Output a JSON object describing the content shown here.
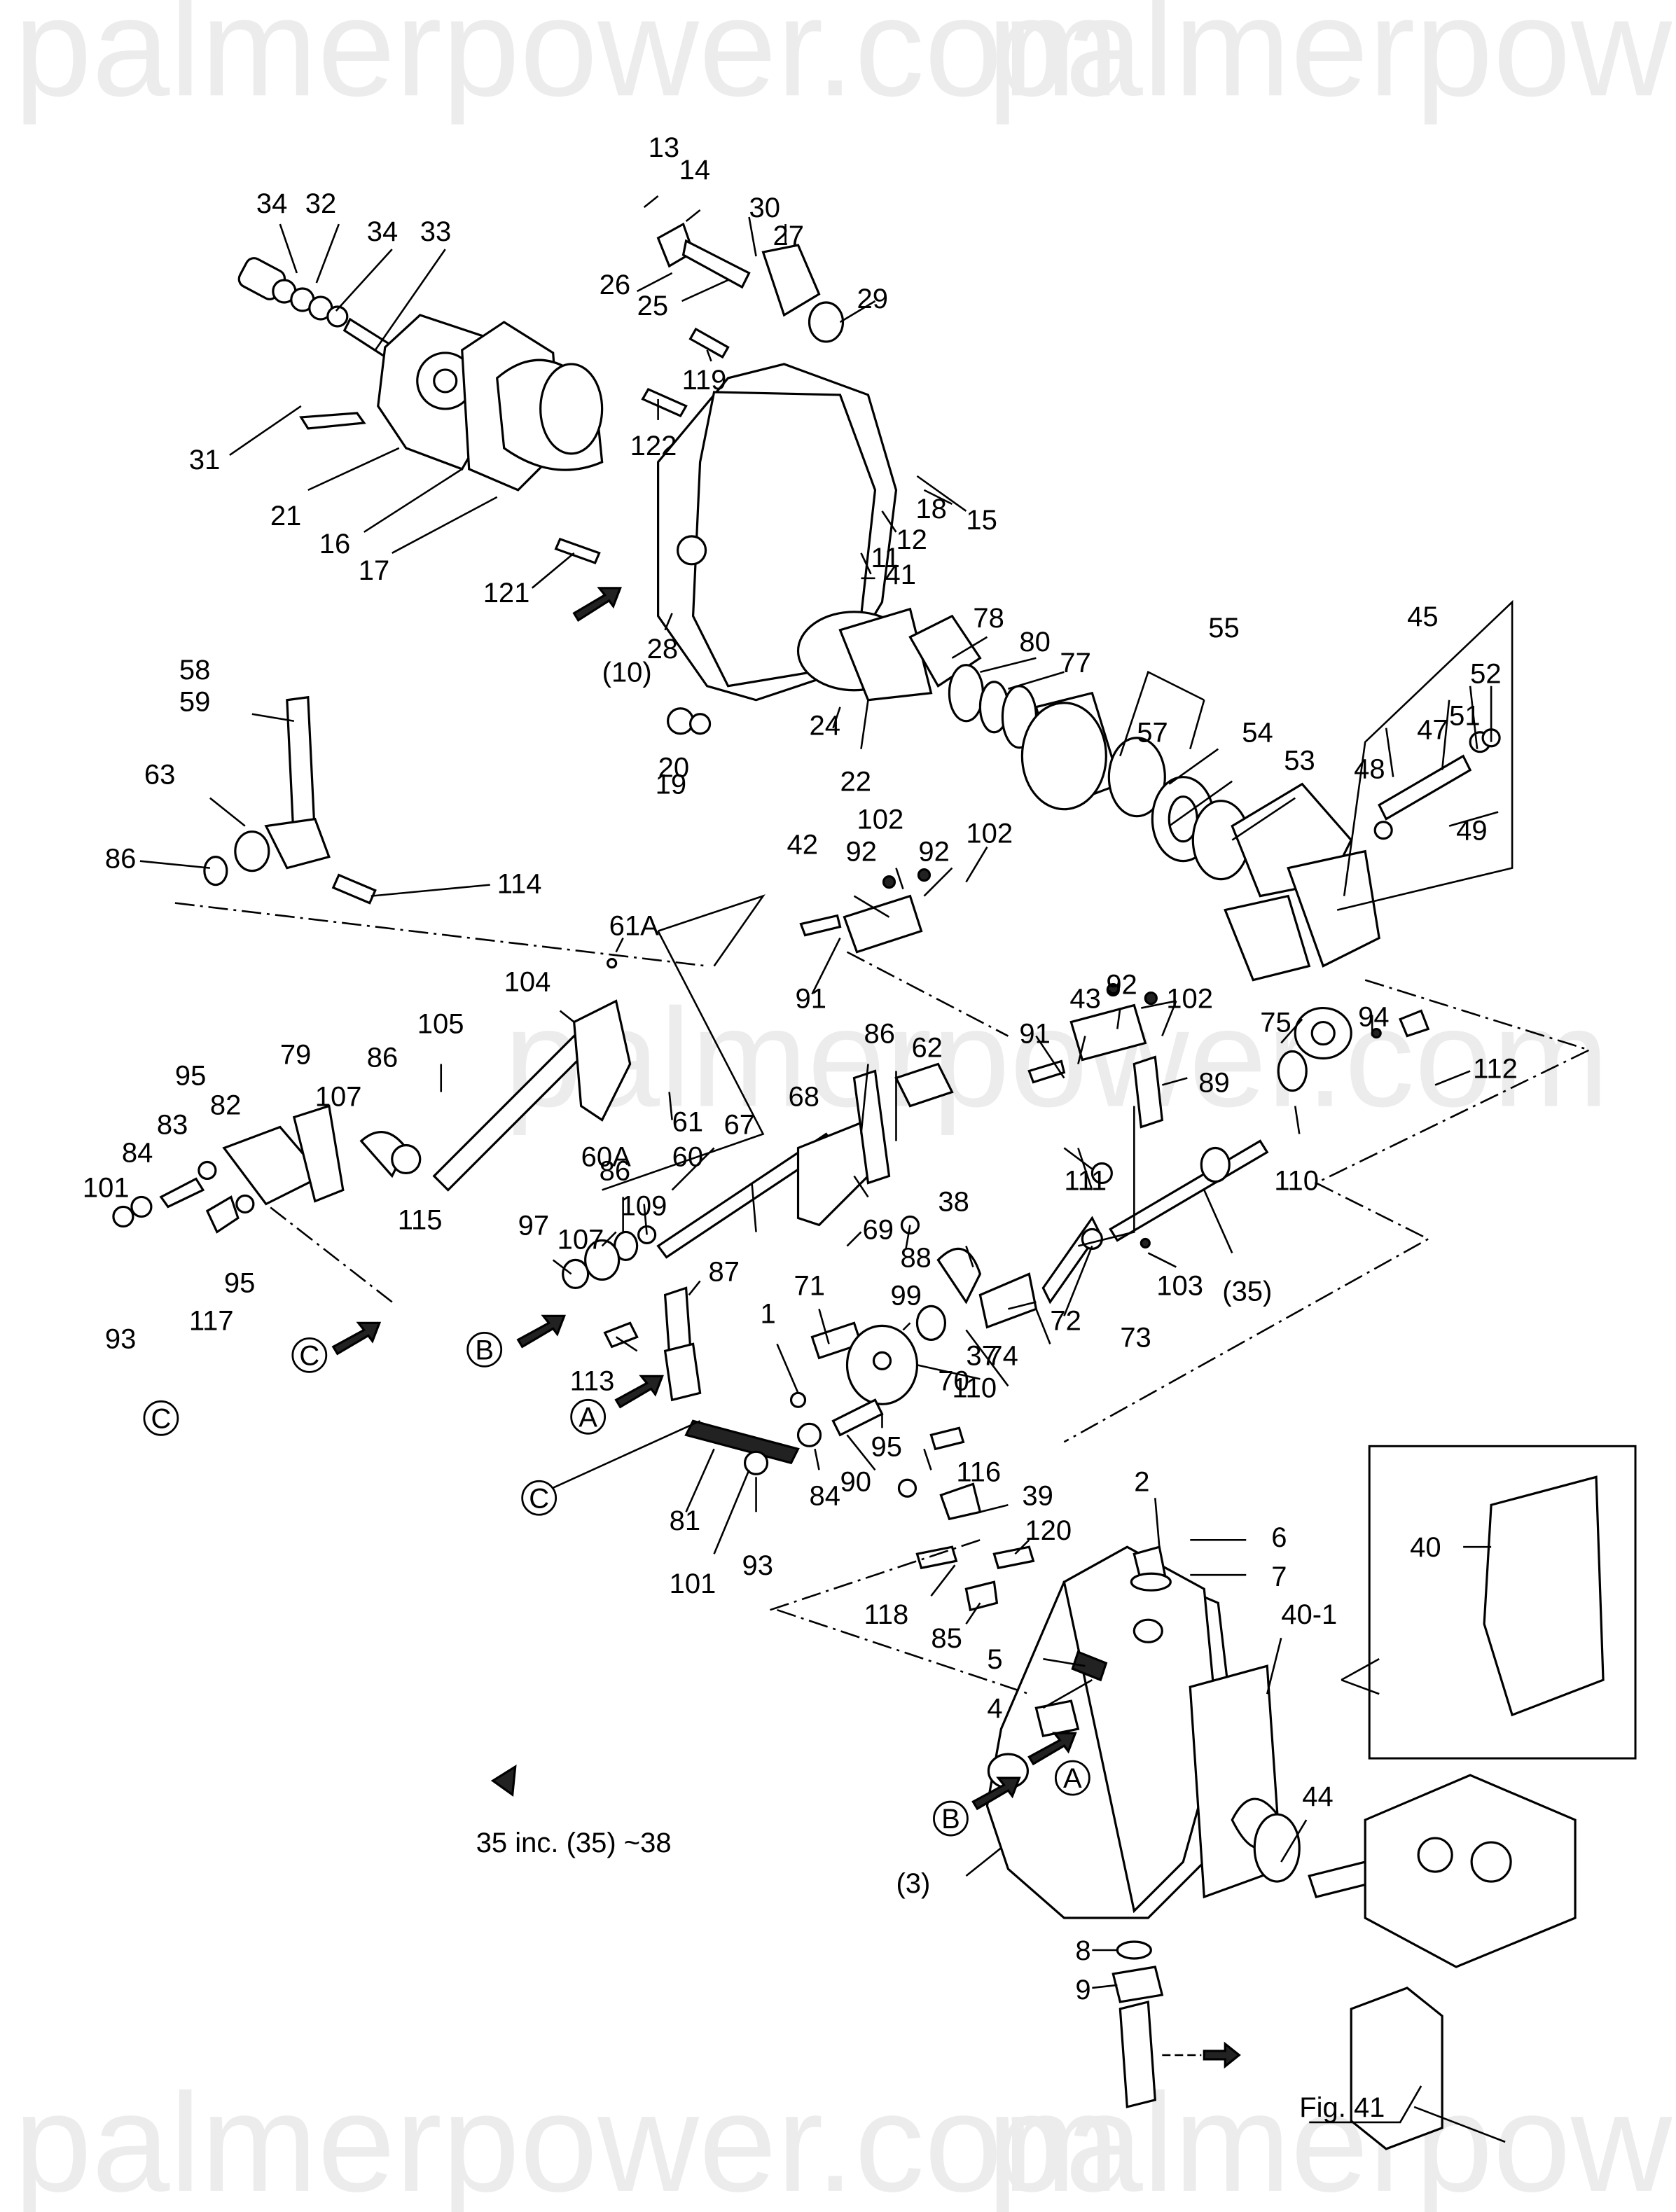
{
  "watermark": "palmerpower.com",
  "figure_ref": "Fig. 41",
  "note": "35 inc. (35) ~38",
  "callouts": {
    "A": "A",
    "B": "B",
    "C": "C"
  },
  "labels": [
    {
      "id": "13",
      "text": "13"
    },
    {
      "id": "14",
      "text": "14"
    },
    {
      "id": "34a",
      "text": "34"
    },
    {
      "id": "32",
      "text": "32"
    },
    {
      "id": "34b",
      "text": "34"
    },
    {
      "id": "33",
      "text": "33"
    },
    {
      "id": "30",
      "text": "30"
    },
    {
      "id": "27",
      "text": "27"
    },
    {
      "id": "26",
      "text": "26"
    },
    {
      "id": "25",
      "text": "25"
    },
    {
      "id": "29",
      "text": "29"
    },
    {
      "id": "119",
      "text": "119"
    },
    {
      "id": "31",
      "text": "31"
    },
    {
      "id": "122",
      "text": "122"
    },
    {
      "id": "21",
      "text": "21"
    },
    {
      "id": "16",
      "text": "16"
    },
    {
      "id": "17",
      "text": "17"
    },
    {
      "id": "18",
      "text": "18"
    },
    {
      "id": "15",
      "text": "15"
    },
    {
      "id": "12",
      "text": "12"
    },
    {
      "id": "11",
      "text": "11"
    },
    {
      "id": "41",
      "text": "41"
    },
    {
      "id": "121",
      "text": "121"
    },
    {
      "id": "28",
      "text": "28"
    },
    {
      "id": "10p",
      "text": "(10)"
    },
    {
      "id": "78",
      "text": "78"
    },
    {
      "id": "80",
      "text": "80"
    },
    {
      "id": "77",
      "text": "77"
    },
    {
      "id": "55",
      "text": "55"
    },
    {
      "id": "45",
      "text": "45"
    },
    {
      "id": "52",
      "text": "52"
    },
    {
      "id": "51",
      "text": "51"
    },
    {
      "id": "47",
      "text": "47"
    },
    {
      "id": "48",
      "text": "48"
    },
    {
      "id": "57",
      "text": "57"
    },
    {
      "id": "54",
      "text": "54"
    },
    {
      "id": "53",
      "text": "53"
    },
    {
      "id": "49",
      "text": "49"
    },
    {
      "id": "24",
      "text": "24"
    },
    {
      "id": "22",
      "text": "22"
    },
    {
      "id": "20",
      "text": "20"
    },
    {
      "id": "19",
      "text": "19"
    },
    {
      "id": "58",
      "text": "58"
    },
    {
      "id": "59",
      "text": "59"
    },
    {
      "id": "63",
      "text": "63"
    },
    {
      "id": "86a",
      "text": "86"
    },
    {
      "id": "114",
      "text": "114"
    },
    {
      "id": "102a",
      "text": "102"
    },
    {
      "id": "42",
      "text": "42"
    },
    {
      "id": "92a",
      "text": "92"
    },
    {
      "id": "92b",
      "text": "92"
    },
    {
      "id": "102b",
      "text": "102"
    },
    {
      "id": "91a",
      "text": "91"
    },
    {
      "id": "61A",
      "text": "61A"
    },
    {
      "id": "104",
      "text": "104"
    },
    {
      "id": "105",
      "text": "105"
    },
    {
      "id": "61",
      "text": "61"
    },
    {
      "id": "60A",
      "text": "60A"
    },
    {
      "id": "60",
      "text": "60"
    },
    {
      "id": "79",
      "text": "79"
    },
    {
      "id": "95a",
      "text": "95"
    },
    {
      "id": "82",
      "text": "82"
    },
    {
      "id": "107a",
      "text": "107"
    },
    {
      "id": "86b",
      "text": "86"
    },
    {
      "id": "83",
      "text": "83"
    },
    {
      "id": "84a",
      "text": "84"
    },
    {
      "id": "101a",
      "text": "101"
    },
    {
      "id": "115",
      "text": "115"
    },
    {
      "id": "93a",
      "text": "93"
    },
    {
      "id": "117",
      "text": "117"
    },
    {
      "id": "95b",
      "text": "95"
    },
    {
      "id": "91b",
      "text": "91"
    },
    {
      "id": "43",
      "text": "43"
    },
    {
      "id": "92c",
      "text": "92"
    },
    {
      "id": "102c",
      "text": "102"
    },
    {
      "id": "86c",
      "text": "86"
    },
    {
      "id": "62",
      "text": "62"
    },
    {
      "id": "68",
      "text": "68"
    },
    {
      "id": "67",
      "text": "67"
    },
    {
      "id": "89",
      "text": "89"
    },
    {
      "id": "75",
      "text": "75"
    },
    {
      "id": "94",
      "text": "94"
    },
    {
      "id": "112",
      "text": "112"
    },
    {
      "id": "111",
      "text": "111"
    },
    {
      "id": "110a",
      "text": "110"
    },
    {
      "id": "86d",
      "text": "86"
    },
    {
      "id": "97",
      "text": "97"
    },
    {
      "id": "107b",
      "text": "107"
    },
    {
      "id": "109",
      "text": "109"
    },
    {
      "id": "69",
      "text": "69"
    },
    {
      "id": "38",
      "text": "38"
    },
    {
      "id": "88",
      "text": "88"
    },
    {
      "id": "103",
      "text": "103"
    },
    {
      "id": "35p",
      "text": "(35)"
    },
    {
      "id": "87",
      "text": "87"
    },
    {
      "id": "71",
      "text": "71"
    },
    {
      "id": "99",
      "text": "99"
    },
    {
      "id": "72",
      "text": "72"
    },
    {
      "id": "73",
      "text": "73"
    },
    {
      "id": "74",
      "text": "74"
    },
    {
      "id": "37",
      "text": "37"
    },
    {
      "id": "1",
      "text": "1"
    },
    {
      "id": "113",
      "text": "113"
    },
    {
      "id": "70",
      "text": "70"
    },
    {
      "id": "110b",
      "text": "110"
    },
    {
      "id": "95c",
      "text": "95"
    },
    {
      "id": "116",
      "text": "116"
    },
    {
      "id": "81",
      "text": "81"
    },
    {
      "id": "84b",
      "text": "84"
    },
    {
      "id": "90",
      "text": "90"
    },
    {
      "id": "93b",
      "text": "93"
    },
    {
      "id": "101b",
      "text": "101"
    },
    {
      "id": "39",
      "text": "39"
    },
    {
      "id": "120",
      "text": "120"
    },
    {
      "id": "118",
      "text": "118"
    },
    {
      "id": "85",
      "text": "85"
    },
    {
      "id": "2",
      "text": "2"
    },
    {
      "id": "6",
      "text": "6"
    },
    {
      "id": "7",
      "text": "7"
    },
    {
      "id": "40",
      "text": "40"
    },
    {
      "id": "40-1",
      "text": "40-1"
    },
    {
      "id": "5",
      "text": "5"
    },
    {
      "id": "4",
      "text": "4"
    },
    {
      "id": "3p",
      "text": "(3)"
    },
    {
      "id": "44",
      "text": "44"
    },
    {
      "id": "8",
      "text": "8"
    },
    {
      "id": "9",
      "text": "9"
    }
  ]
}
